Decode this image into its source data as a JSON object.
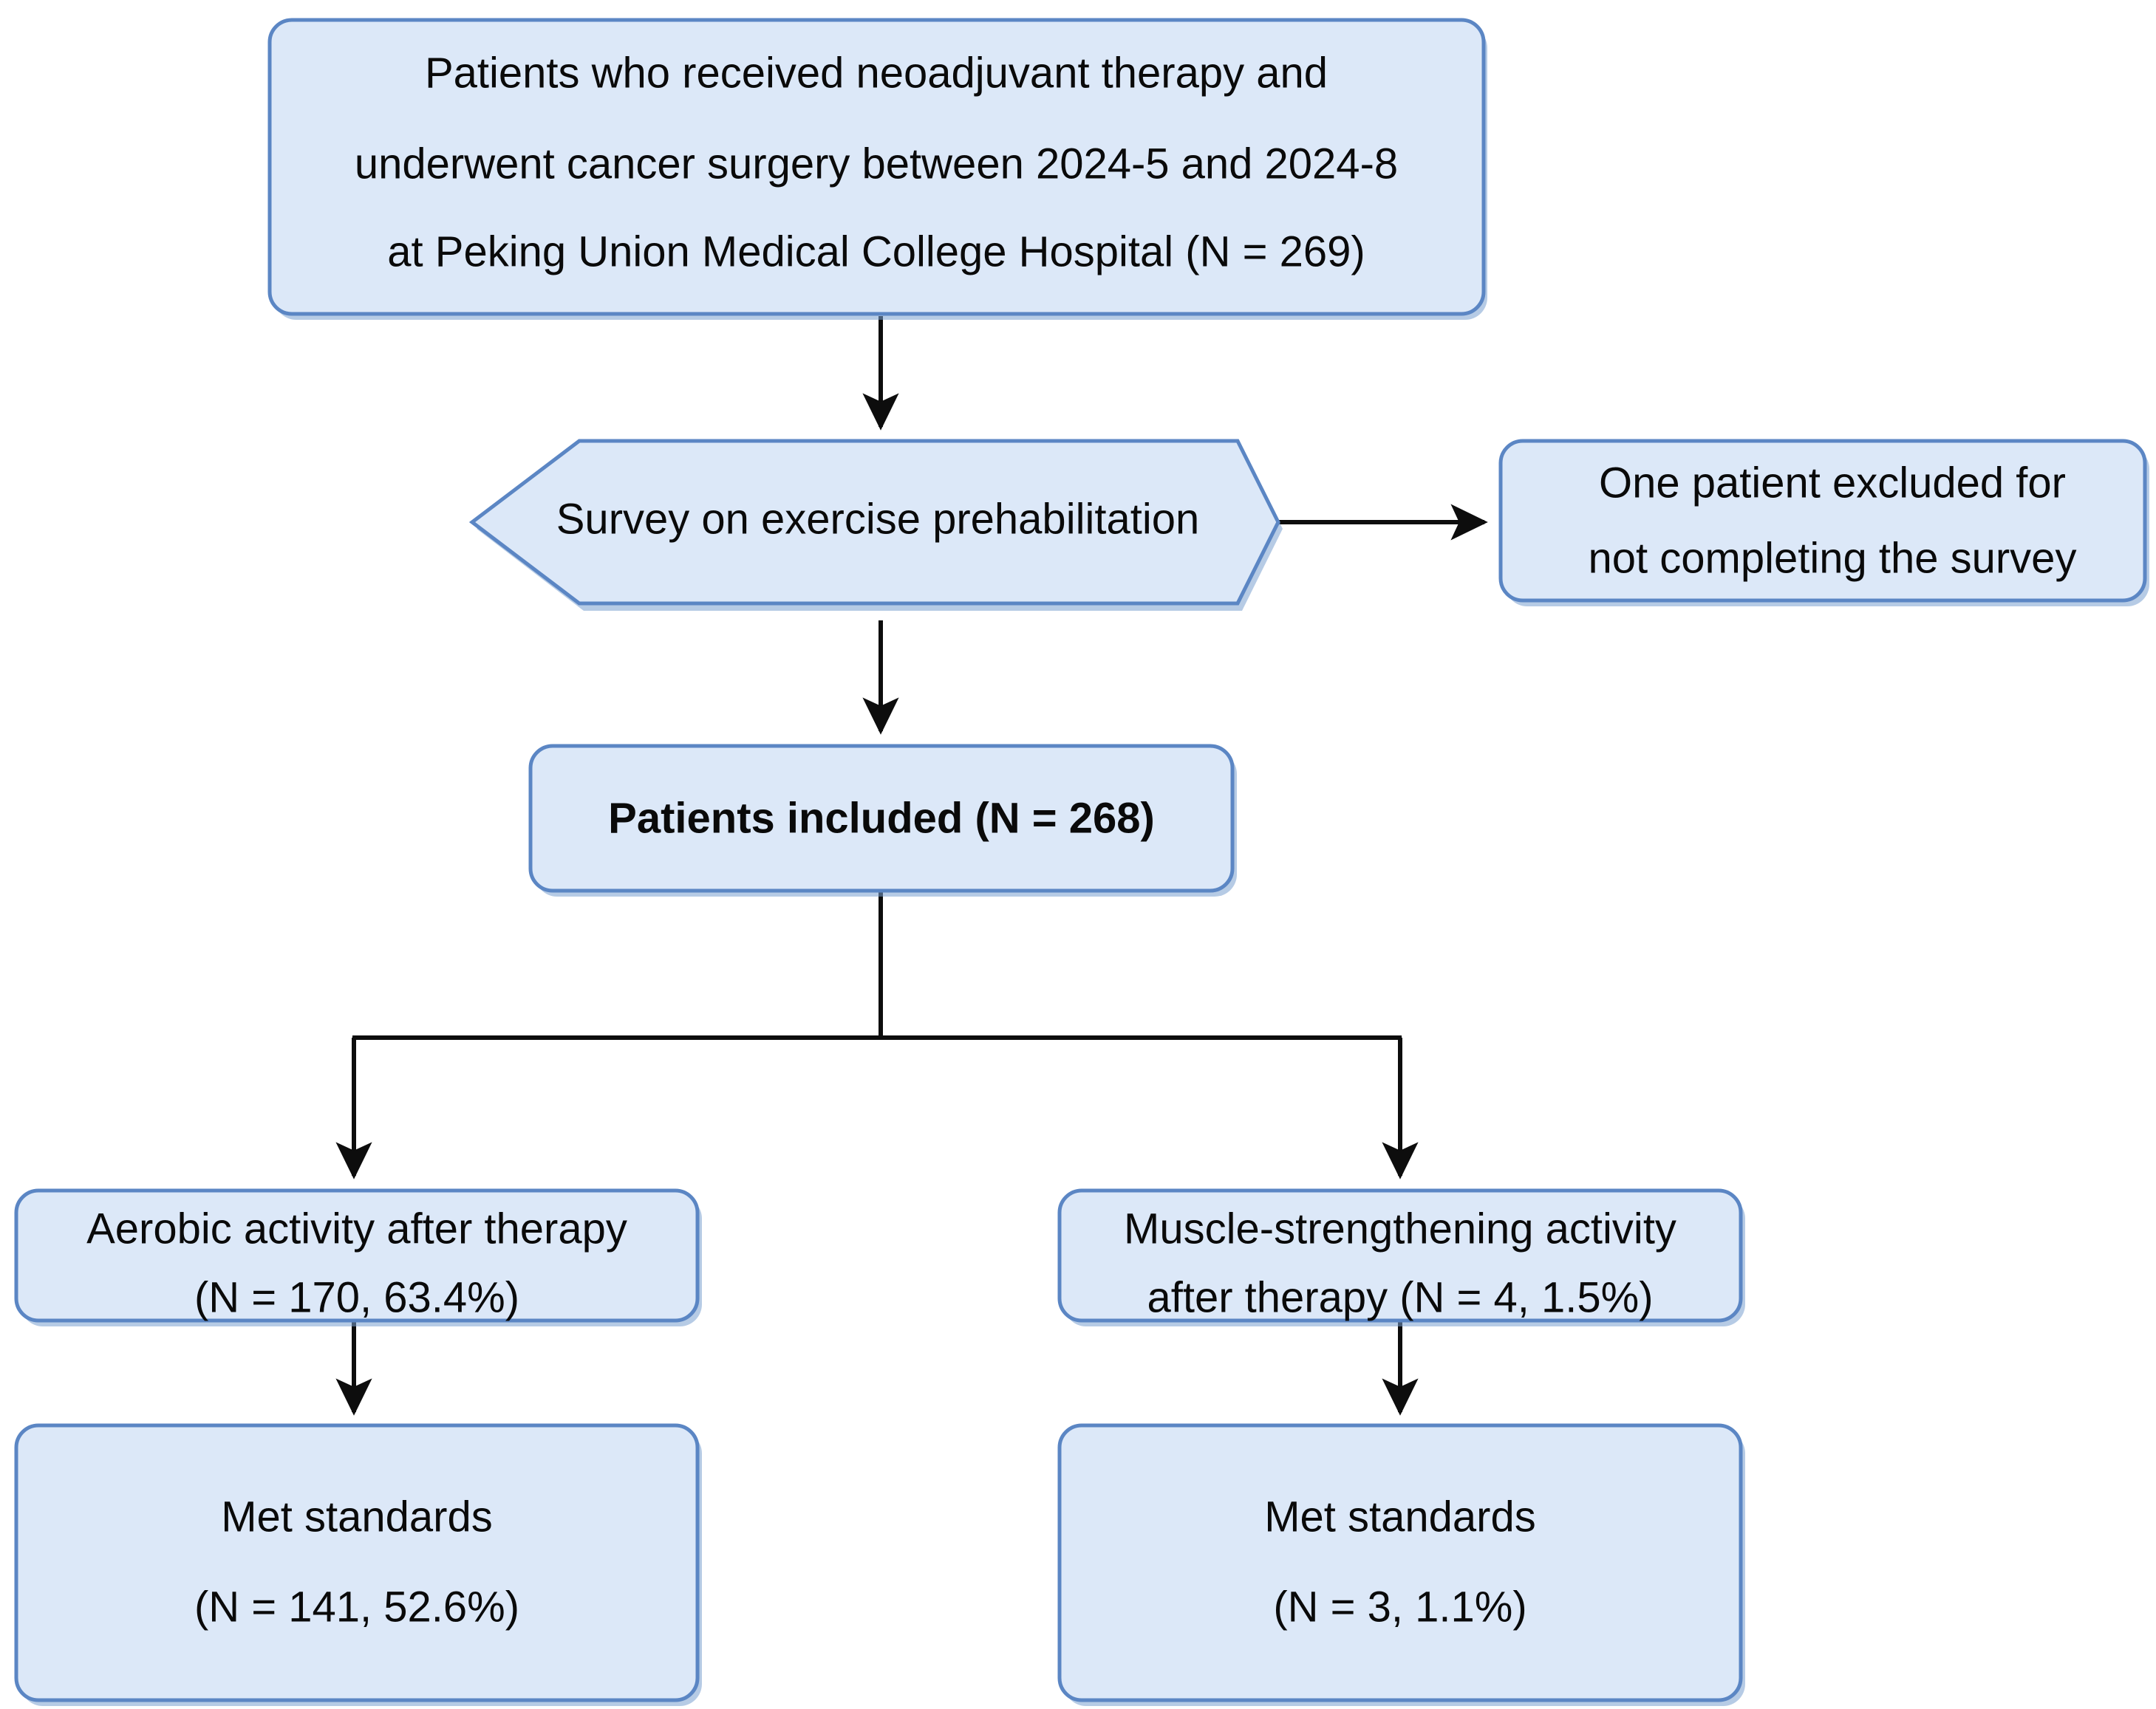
{
  "diagram": {
    "title": "Study participant flow diagram",
    "type": "flowchart",
    "palette": {
      "node_fill": "#dce8f8",
      "node_border": "#5b86c4",
      "node_shadow": "#7aa0d0",
      "connector": "#0d0d0d",
      "text": "#0a0a0a",
      "background": "#ffffff"
    },
    "nodes": [
      {
        "id": "enrolled",
        "shape": "rounded-rectangle",
        "bold": false,
        "lines": [
          "Patients who received neoadjuvant therapy and",
          "underwent cancer surgery between 2024-5 and 2024-8",
          "at Peking Union Medical College Hospital (N = 269)"
        ]
      },
      {
        "id": "survey",
        "shape": "hexagon",
        "bold": false,
        "lines": [
          "Survey on exercise prehabilitation"
        ]
      },
      {
        "id": "excluded",
        "shape": "rounded-rectangle",
        "bold": false,
        "lines": [
          "One patient excluded for",
          "not completing the survey"
        ]
      },
      {
        "id": "included",
        "shape": "rounded-rectangle",
        "bold": true,
        "lines": [
          "Patients included (N = 268)"
        ]
      },
      {
        "id": "aerobic",
        "shape": "rounded-rectangle",
        "bold": false,
        "lines": [
          "Aerobic activity after therapy",
          "(N = 170, 63.4%)"
        ]
      },
      {
        "id": "muscle",
        "shape": "rounded-rectangle",
        "bold": false,
        "lines": [
          "Muscle-strengthening activity",
          "after therapy (N = 4, 1.5%)"
        ]
      },
      {
        "id": "aerobic-met",
        "shape": "rounded-rectangle",
        "bold": false,
        "lines": [
          "Met standards",
          "(N = 141, 52.6%)"
        ]
      },
      {
        "id": "muscle-met",
        "shape": "rounded-rectangle",
        "bold": false,
        "lines": [
          "Met standards",
          "(N = 3, 1.1%)"
        ]
      }
    ],
    "edges": [
      {
        "id": "enrolled-to-survey",
        "from": "enrolled",
        "to": "survey",
        "direction": "down"
      },
      {
        "id": "survey-to-excluded",
        "from": "survey",
        "to": "excluded",
        "direction": "right"
      },
      {
        "id": "survey-to-included",
        "from": "survey",
        "to": "included",
        "direction": "down"
      },
      {
        "id": "included-to-aerobic",
        "from": "included",
        "to": "aerobic",
        "direction": "down-left-branch"
      },
      {
        "id": "included-to-muscle",
        "from": "included",
        "to": "muscle",
        "direction": "down-right-branch"
      },
      {
        "id": "aerobic-to-met",
        "from": "aerobic",
        "to": "aerobic-met",
        "direction": "down"
      },
      {
        "id": "muscle-to-met",
        "from": "muscle",
        "to": "muscle-met",
        "direction": "down"
      }
    ],
    "counts": {
      "screened": 269,
      "excluded": 1,
      "included": 268,
      "aerobic_n": 170,
      "aerobic_pct": "63.4%",
      "aerobic_met_n": 141,
      "aerobic_met_pct": "52.6%",
      "muscle_n": 4,
      "muscle_pct": "1.5%",
      "muscle_met_n": 3,
      "muscle_met_pct": "1.1%"
    }
  }
}
